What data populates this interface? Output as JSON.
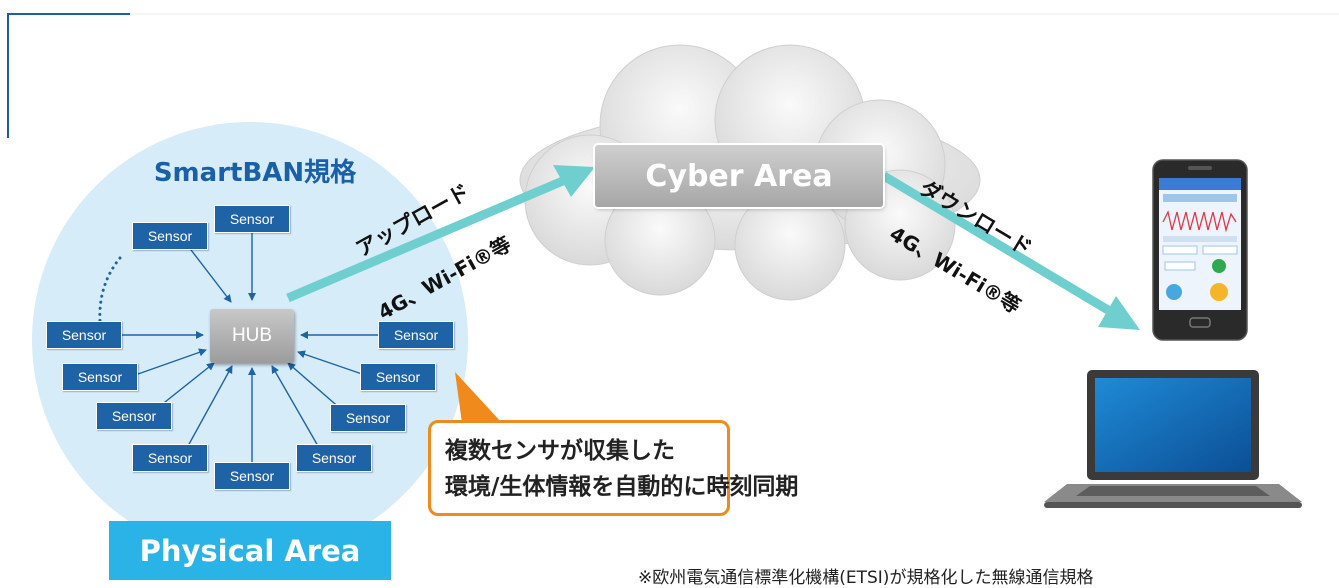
{
  "physical_area": {
    "standard_title": "SmartBAN規格",
    "label": "Physical Area",
    "hub_label": "HUB",
    "sensor_label": "Sensor"
  },
  "cyber_area": {
    "label": "Cyber Area"
  },
  "upload": {
    "label": "アップロード",
    "network": "4G、Wi-Fi®等"
  },
  "download": {
    "label": "ダウンロード",
    "network": "4G、Wi-Fi®等"
  },
  "callout": {
    "line1": "複数センサが収集した",
    "line2": "環境/生体情報を自動的に時刻同期"
  },
  "footnote": "※欧州電気通信標準化機構(ETSI)が規格化した無線通信規格",
  "colors": {
    "sensor_blue": "#1e63a6",
    "bubble_blue": "#d6ecf8",
    "physical_label": "#2ab3e6",
    "flow_arrow": "#6fcfcf",
    "callout_border": "#f08a1c",
    "frame_blue": "#1a5fa8"
  },
  "icons": [
    "smartphone-icon",
    "laptop-icon",
    "cloud-icon"
  ]
}
